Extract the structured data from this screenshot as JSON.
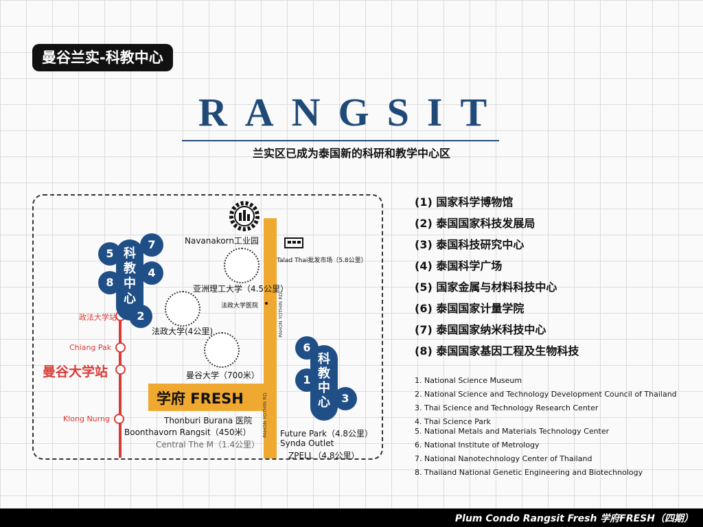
{
  "tag": "曼谷兰实-科教中心",
  "title": "RANGSIT",
  "subtitle": "兰实区已成为泰国新的科研和教学中心区",
  "map": {
    "industrial_park": "Navanakorn工业园",
    "talad_thai": "Talad Thai批发市场（5.8公里）",
    "ait": "亚洲理工大学（4.5公里）",
    "tu_hospital": "法政大学医院",
    "tu": "法政大学(4公里)",
    "bu": "曼谷大学（700米）",
    "project_logo": "学府 FRESH",
    "thonburi": "Thonburi Burana 医院",
    "boonthavorn": "Boonthavorn Rangsit（450米）",
    "central": "Central The M（1.4公里）",
    "future_park": "Future Park（4.8公里）",
    "synda": "Synda Outlet",
    "zpell": "ZPELL（4.8公里）",
    "road": "PAHON YOTHIN RD.",
    "stations": {
      "tu_station": "政法大学站",
      "chiang_pak": "Chiang Pak",
      "bu_station": "曼谷大学站",
      "klong_nurng": "Klong Nurng"
    },
    "cluster_left": {
      "chars": [
        "科",
        "教",
        "中",
        "心"
      ],
      "numbers": [
        "5",
        "7",
        "4",
        "8",
        "2"
      ]
    },
    "cluster_right": {
      "chars": [
        "科",
        "教",
        "中",
        "心"
      ],
      "numbers": [
        "6",
        "1",
        "3"
      ]
    }
  },
  "list_cn": [
    "(1) 国家科学博物馆",
    "(2) 泰国国家科技发展局",
    "(3) 泰国科技研究中心",
    "(4) 泰国科学广场",
    "(5) 国家金属与材料科技中心",
    "(6) 泰国国家计量学院",
    "(7) 泰国国家纳米科技中心",
    "(8) 泰国国家基因工程及生物科技"
  ],
  "list_en": [
    "1. National Science Museum",
    "2. National Science and Technology Development Council of Thailand",
    "3. Thai Science and Technology Research Center",
    "4. Thai Science Park",
    "5. National Metals and Materials Technology Center",
    "6. National Institute of Metrology",
    "7. National Nanotechnology Center of Thailand",
    "8. Thailand National Genetic Engineering and Biotechnology"
  ],
  "footer": "Plum Condo Rangsit Fresh 学府FRESH（四期）",
  "colors": {
    "navy": "#1f4f86",
    "orange_road": "#f0a930",
    "rail_red": "#d93a35",
    "footer_bg": "#000000"
  },
  "icons": [
    "gear-factory-icon",
    "market-building-icon"
  ]
}
